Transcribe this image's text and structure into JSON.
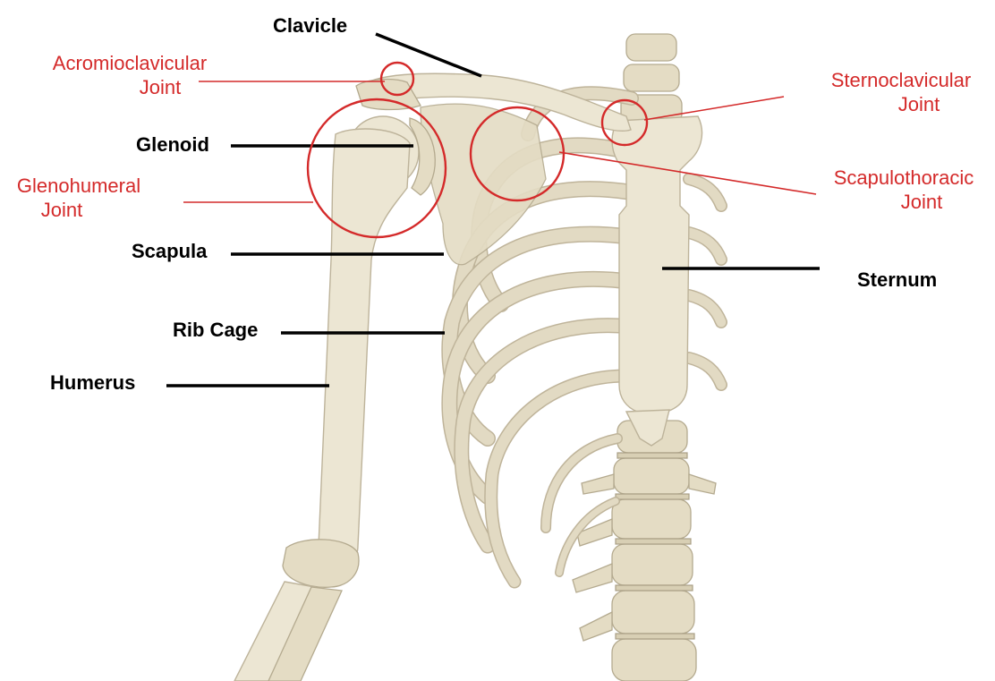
{
  "labels": {
    "clavicle": "Clavicle",
    "glenoid": "Glenoid",
    "scapula": "Scapula",
    "rib_cage": "Rib Cage",
    "humerus": "Humerus",
    "sternum": "Sternum"
  },
  "joints": {
    "acromioclavicular": {
      "line1": "Acromioclavicular",
      "line2": "Joint"
    },
    "glenohumeral": {
      "line1": "Glenohumeral",
      "line2": "Joint"
    },
    "sternoclavicular": {
      "line1": "Sternoclavicular",
      "line2": "Joint"
    },
    "scapulothoracic": {
      "line1": "Scapulothoracic",
      "line2": "Joint"
    }
  },
  "colors": {
    "joint_label": "#d42a2a",
    "bone_label": "#000000",
    "bone": "#ece6d3"
  }
}
